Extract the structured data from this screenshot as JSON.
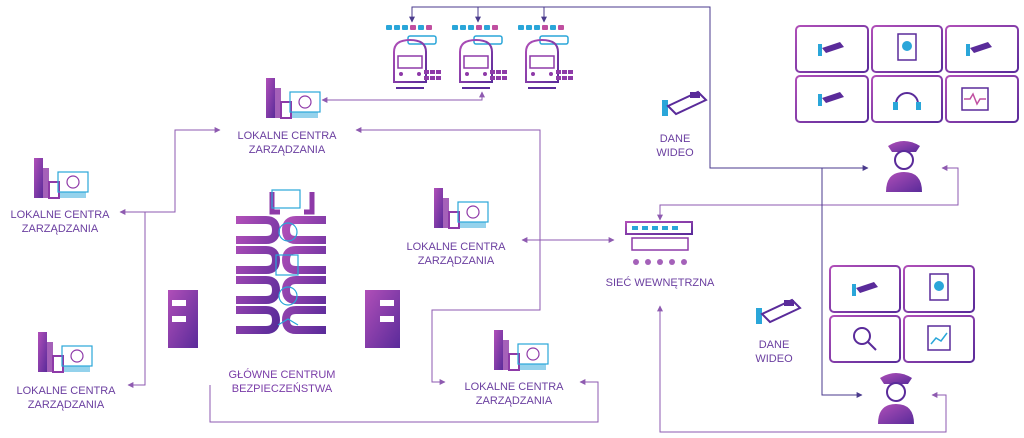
{
  "colors": {
    "primary": "#8e3aa8",
    "accent": "#2aa6d9",
    "line": "#8e5ab0",
    "dark_line": "#4a3a8c",
    "text": "#6b3fa0"
  },
  "labels": {
    "local_center_top": [
      "LOKALNE CENTRA",
      "ZARZĄDZANIA"
    ],
    "local_center_left_top": [
      "LOKALNE CENTRA",
      "ZARZĄDZANIA"
    ],
    "local_center_mid": [
      "LOKALNE CENTRA",
      "ZARZĄDZANIA"
    ],
    "local_center_left_bottom": [
      "LOKALNE CENTRA",
      "ZARZĄDZANIA"
    ],
    "local_center_bottom": [
      "LOKALNE CENTRA",
      "ZARZĄDZANIA"
    ],
    "main_center": [
      "GŁÓWNE CENTRUM",
      "BEZPIECZEŃSTWA"
    ],
    "internal_network": "SIEĆ WEWNĘTRZNA",
    "video_data_top": [
      "DANE",
      "WIDEO"
    ],
    "video_data_bottom": [
      "DANE",
      "WIDEO"
    ]
  },
  "icons": {
    "trains": [
      "train-icon",
      "train-icon",
      "train-icon"
    ],
    "monitor_wall_top": [
      "cctv-camera-icon",
      "report-document-icon",
      "cctv-camera-icon",
      "cctv-camera-icon",
      "headset-icon",
      "health-monitor-icon"
    ],
    "monitor_wall_bottom": [
      "cctv-camera-icon",
      "report-chart-icon",
      "search-analytics-icon",
      "chart-document-icon"
    ],
    "operators": [
      "security-officer-icon",
      "security-officer-icon"
    ],
    "network": "network-switch-icon",
    "main_building": "headquarters-building-icon"
  }
}
